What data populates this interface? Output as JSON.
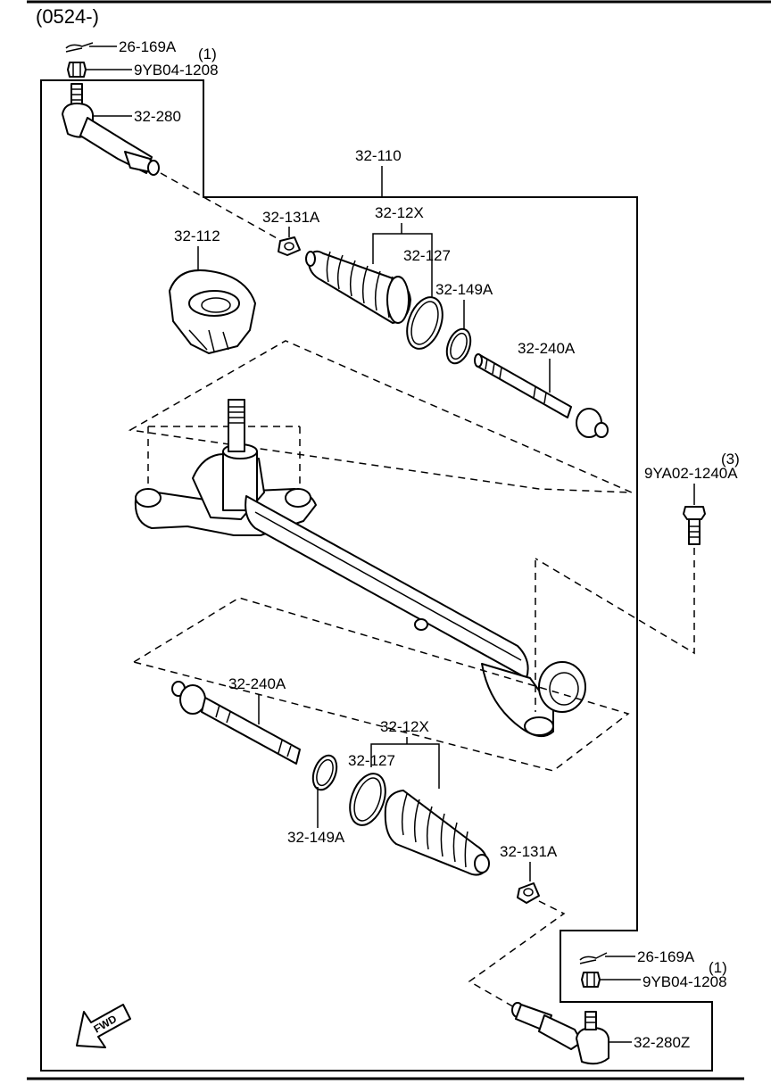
{
  "diagram": {
    "date_code": "(0524-)",
    "fwd_label": "FWD",
    "callouts": {
      "cotter_pin_top": "26-169A",
      "nut_top_qty": "(1)",
      "nut_top": "9YB04-1208",
      "tie_rod_end_left": "32-280",
      "gear_assembly": "32-110",
      "boot_set_top": "32-12X",
      "boot_band_top": "32-127",
      "clip_top": "32-131A",
      "mount_rubber": "32-112",
      "ring_top": "32-149A",
      "tie_rod_top": "32-240A",
      "bolt_qty": "(3)",
      "bolt": "9YA02-1240A",
      "tie_rod_bottom": "32-240A",
      "boot_set_bottom": "32-12X",
      "boot_band_bottom": "32-127",
      "ring_bottom": "32-149A",
      "clip_bottom": "32-131A",
      "cotter_pin_bottom": "26-169A",
      "nut_bottom_qty": "(1)",
      "nut_bottom": "9YB04-1208",
      "tie_rod_end_right": "32-280Z"
    }
  }
}
